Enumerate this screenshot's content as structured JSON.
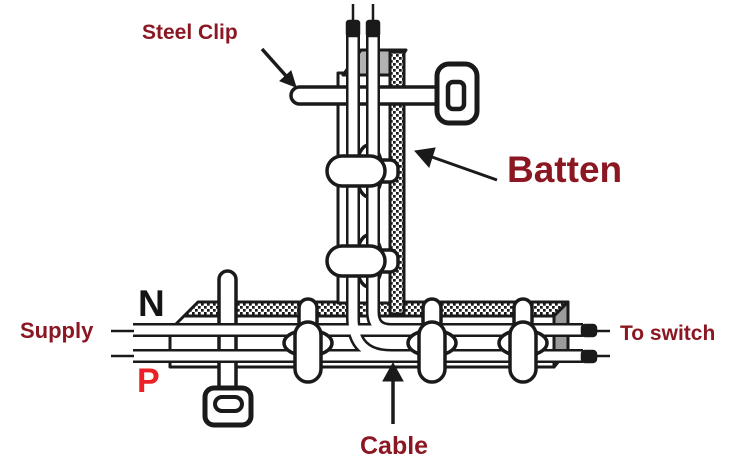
{
  "labels": {
    "steel_clip": "Steel Clip",
    "batten": "Batten",
    "supply": "Supply",
    "neutral": "N",
    "phase": "P",
    "to_switch": "To switch",
    "cable": "Cable"
  },
  "colors": {
    "label-red": "#8b1722",
    "phase-red": "#ec2127",
    "neutral-black": "#141414",
    "line": "#1a1a1a",
    "batten-top-gray": "#b2b2b2",
    "batten-end-gray": "#9b9b9b",
    "cable-fill": "#ffffff",
    "background": "#ffffff"
  }
}
